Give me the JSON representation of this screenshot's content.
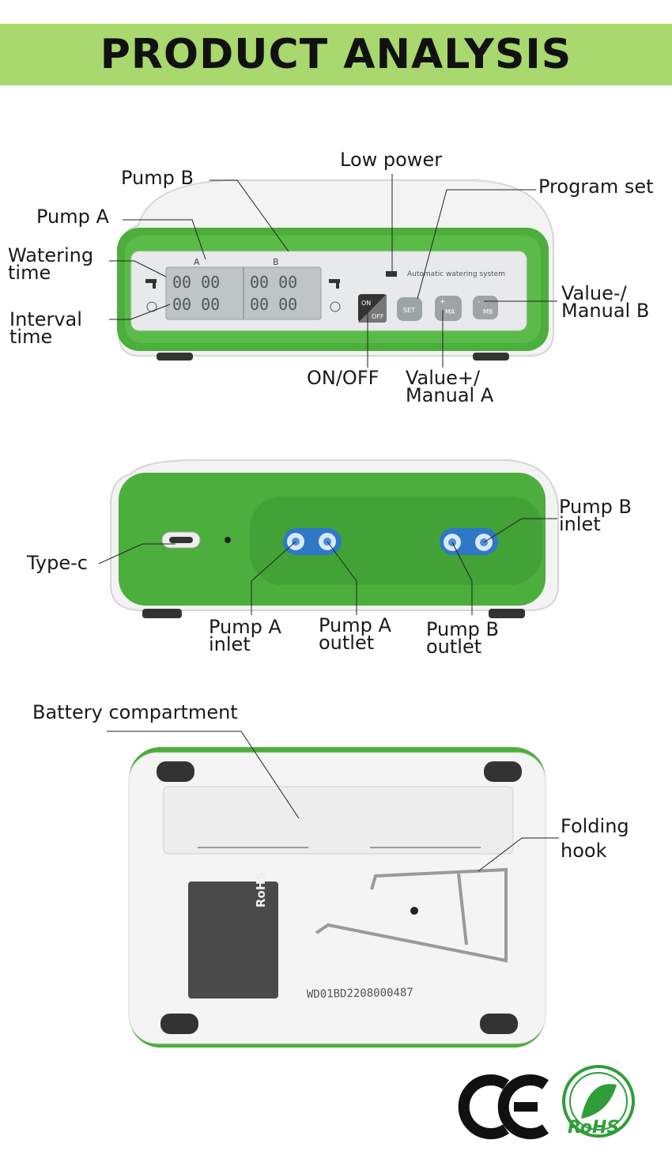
{
  "header": {
    "title": "PRODUCT ANALYSIS"
  },
  "colors": {
    "banner": "#a9d86e",
    "device_green": "#4cae3c",
    "body_white": "#f2f2f2"
  },
  "section1": {
    "labels": {
      "pump_b": "Pump B",
      "pump_a": "Pump A",
      "watering_time_1": "Watering",
      "watering_time_2": "time",
      "interval_time_1": "Interval",
      "interval_time_2": "time",
      "low_power": "Low power",
      "program_set": "Program set",
      "value_minus_1": "Value-/",
      "value_minus_2": "Manual B",
      "on_off": "ON/OFF",
      "value_plus_1": "Value+/",
      "value_plus_2": "Manual A"
    },
    "device": {
      "panel_a": "A",
      "panel_b": "B",
      "brand_text": "Automatic watering system",
      "btn_on": "ON",
      "btn_off": "OFF",
      "btn_set": "SET",
      "btn_ma": "MA",
      "btn_mb": "MB",
      "btn_plus": "+",
      "btn_minus": "-"
    }
  },
  "section2": {
    "labels": {
      "type_c": "Type-c",
      "pump_a_inlet_1": "Pump A",
      "pump_a_inlet_2": "inlet",
      "pump_a_outlet_1": "Pump A",
      "pump_a_outlet_2": "outlet",
      "pump_b_outlet_1": "Pump B",
      "pump_b_outlet_2": "outlet",
      "pump_b_inlet_1": "Pump B",
      "pump_b_inlet_2": "inlet"
    }
  },
  "section3": {
    "labels": {
      "battery": "Battery compartment",
      "folding_1": "Folding",
      "folding_2": "hook"
    },
    "device": {
      "serial": "WD01BD2208000487",
      "sticker_rohs": "RoHS"
    }
  },
  "certifications": {
    "ce": "CE",
    "rohs": "RoHS"
  }
}
